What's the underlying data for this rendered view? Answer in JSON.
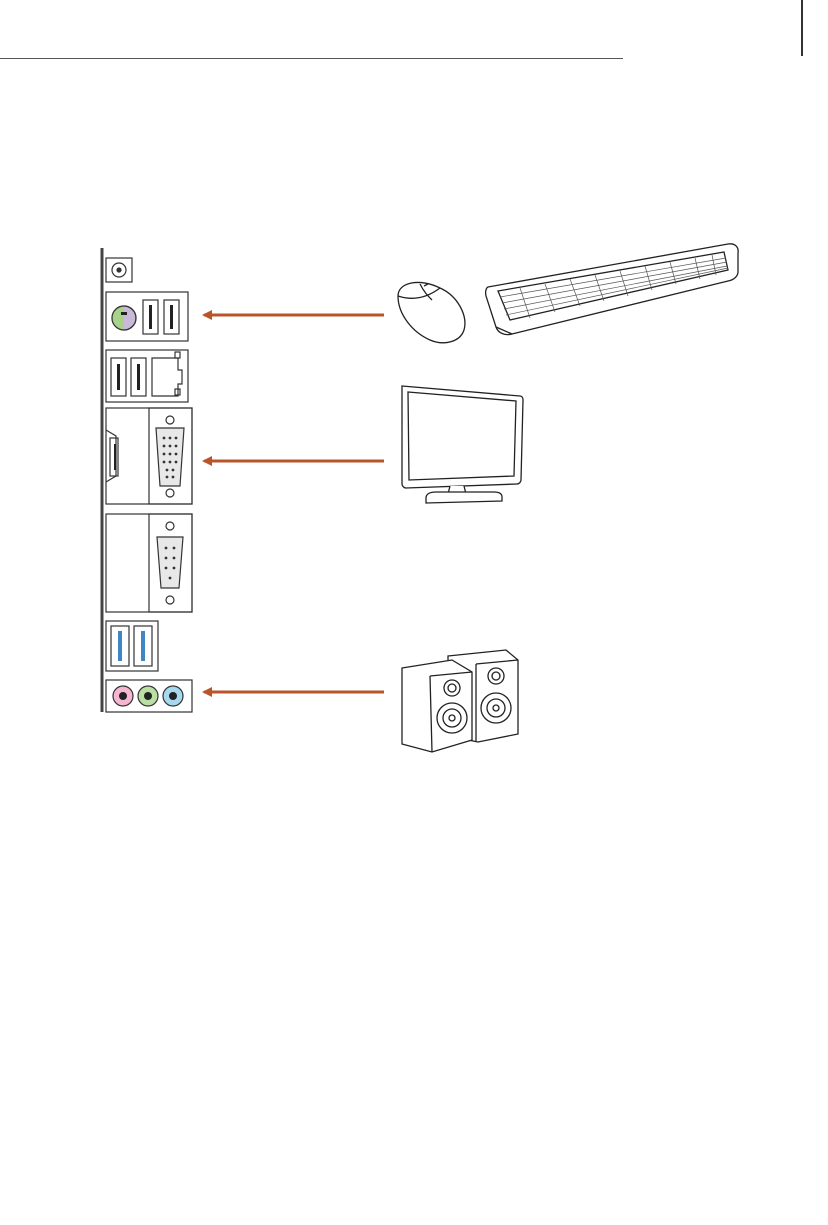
{
  "page": {
    "page_number": ""
  },
  "diagram": {
    "panel": "motherboard-rear-io-panel",
    "connections": [
      {
        "port": "ps2-usb-ports",
        "device": "mouse-and-keyboard",
        "arrow_color": "#b8552a"
      },
      {
        "port": "vga-port",
        "device": "monitor",
        "arrow_color": "#b8552a"
      },
      {
        "port": "audio-jacks",
        "device": "speakers",
        "arrow_color": "#b8552a"
      }
    ],
    "audio_jack_colors": [
      "#f6b6cf",
      "#b9dfa3",
      "#a7d8ee"
    ],
    "usb3_color": "#3f86c6",
    "ps2_color": "#c9b8d8"
  }
}
